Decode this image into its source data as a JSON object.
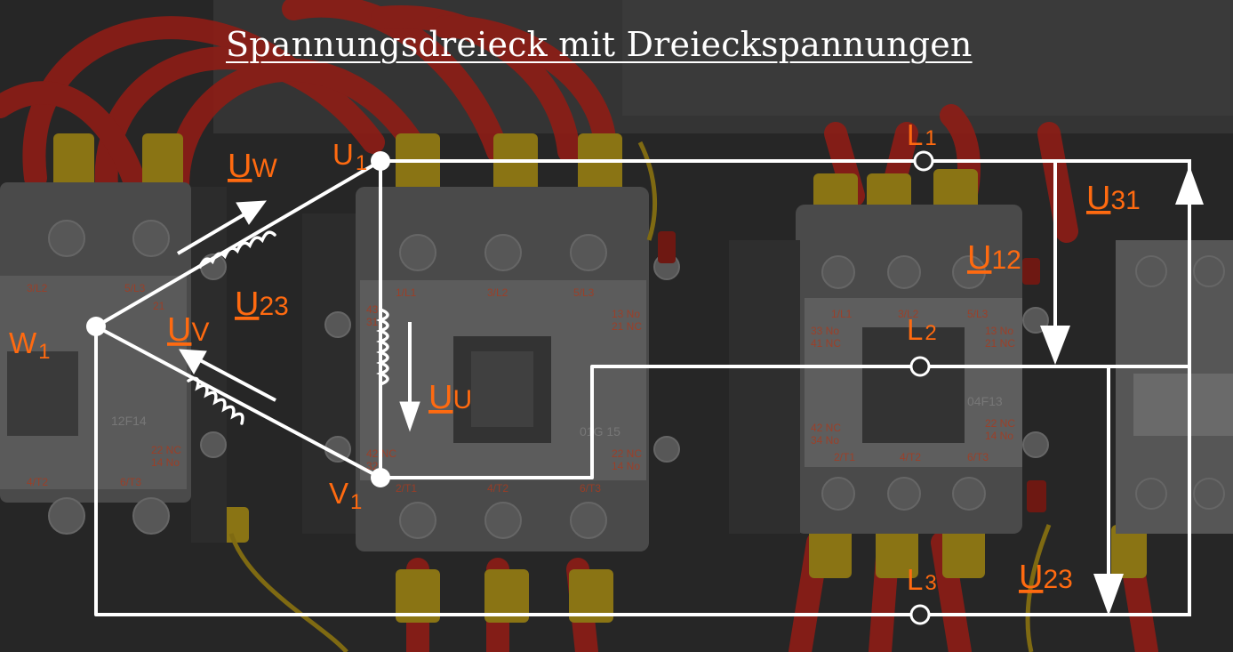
{
  "title": "Spannungsdreieck mit Dreieckspannungen",
  "colors": {
    "wire": "#ffffff",
    "label": "#ff6a10",
    "cable": "#c7231a",
    "sleeve": "#e6c41a",
    "background": "#2a2a2a"
  },
  "nodes": {
    "u1": {
      "base": "U",
      "sub": "1"
    },
    "v1": {
      "base": "V",
      "sub": "1"
    },
    "w1": {
      "base": "W",
      "sub": "1"
    },
    "l1": {
      "base": "L",
      "sub": "1"
    },
    "l2": {
      "base": "L",
      "sub": "2"
    },
    "l3": {
      "base": "L",
      "sub": "3"
    }
  },
  "voltages": {
    "uw": {
      "base": "U",
      "sub": "W"
    },
    "uv": {
      "base": "U",
      "sub": "V"
    },
    "uu": {
      "base": "U",
      "sub": "U"
    },
    "u23_winding": {
      "base": "U",
      "sub": "23"
    },
    "u12": {
      "base": "U",
      "sub": "12"
    },
    "u31": {
      "base": "U",
      "sub": "31"
    },
    "u23_line": {
      "base": "U",
      "sub": "23"
    }
  },
  "background_markings": {
    "left_contactor": {
      "terminals_top": [
        "3/L2",
        "5/L3"
      ],
      "model": "12F14",
      "bottom": [
        "4/T2",
        "6/T3"
      ],
      "no": "22 NC",
      "nc": "14 No",
      "mark": "21"
    },
    "middle_contactor": {
      "terminals_top": [
        "1/L1",
        "3/L2",
        "5/L3"
      ],
      "right_top": [
        "13 No",
        "21 NC"
      ],
      "model": "01G 15",
      "bottom": [
        "2/T1",
        "4/T2",
        "6/T3"
      ],
      "right_bottom": [
        "22 NC",
        "14 No"
      ],
      "left": [
        "43",
        "31"
      ],
      "left_bottom": [
        "42 NC",
        "32"
      ]
    },
    "right_contactor": {
      "terminals_top": [
        "1/L1",
        "3/L2",
        "5/L3"
      ],
      "left_top": [
        "33 No",
        "41 NC"
      ],
      "right_top": [
        "13 No",
        "21 NC"
      ],
      "model": "04F13",
      "left_bottom": [
        "42 NC",
        "34 No"
      ],
      "right_bottom": [
        "22 NC",
        "14 No"
      ],
      "bottom": [
        "2/T1",
        "4/T2",
        "6/T3"
      ]
    }
  }
}
